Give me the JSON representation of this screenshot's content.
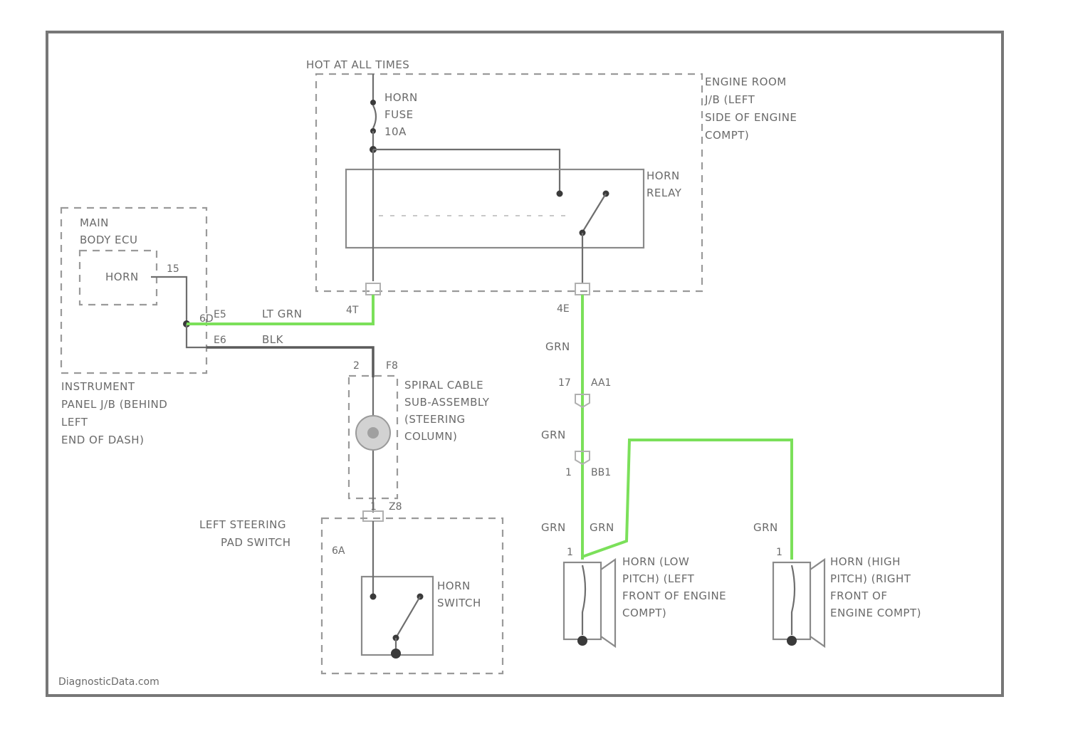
{
  "colors": {
    "wire_green": "#7be05a",
    "wire_gray": "#6e6e6e",
    "border": "#777777"
  },
  "labels": {
    "hot_at_all_times": "HOT AT ALL TIMES",
    "horn_fuse_1": "HORN",
    "horn_fuse_2": "FUSE",
    "horn_fuse_3": "10A",
    "engine_room_1": "ENGINE ROOM",
    "engine_room_2": "J/B (LEFT",
    "engine_room_3": "SIDE OF ENGINE",
    "engine_room_4": "COMPT)",
    "horn_relay_1": "HORN",
    "horn_relay_2": "RELAY",
    "main_body_1": "MAIN",
    "main_body_2": "BODY ECU",
    "horn_inner": "HORN",
    "pin_15": "15",
    "pin_6d": "6D",
    "pin_e5": "E5",
    "lt_grn": "LT GRN",
    "pin_4t": "4T",
    "pin_e6": "E6",
    "blk": "BLK",
    "pin_2": "2",
    "pin_f8": "F8",
    "ip_jb_1": "INSTRUMENT",
    "ip_jb_2": "PANEL J/B (BEHIND",
    "ip_jb_3": "LEFT",
    "ip_jb_4": "END OF DASH)",
    "spiral_1": "SPIRAL CABLE",
    "spiral_2": "SUB-ASSEMBLY",
    "spiral_3": "(STEERING",
    "spiral_4": "COLUMN)",
    "pin_1_spiral": "1",
    "pin_z8": "Z8",
    "lsp_1": "LEFT STEERING",
    "lsp_2": "PAD SWITCH",
    "pin_6a": "6A",
    "horn_switch_1": "HORN",
    "horn_switch_2": "SWITCH",
    "pin_4e": "4E",
    "grn_1": "GRN",
    "pin_17": "17",
    "pin_aa1": "AA1",
    "grn_2": "GRN",
    "pin_1_bb1": "1",
    "pin_bb1": "BB1",
    "grn_3": "GRN",
    "grn_4": "GRN",
    "grn_5": "GRN",
    "pin_1_low": "1",
    "pin_1_high": "1",
    "horn_low_1": "HORN (LOW",
    "horn_low_2": "PITCH) (LEFT",
    "horn_low_3": "FRONT OF ENGINE",
    "horn_low_4": "COMPT)",
    "horn_high_1": "HORN (HIGH",
    "horn_high_2": "PITCH) (RIGHT",
    "horn_high_3": "FRONT OF",
    "horn_high_4": "ENGINE COMPT)",
    "watermark": "DiagnosticData.com"
  }
}
